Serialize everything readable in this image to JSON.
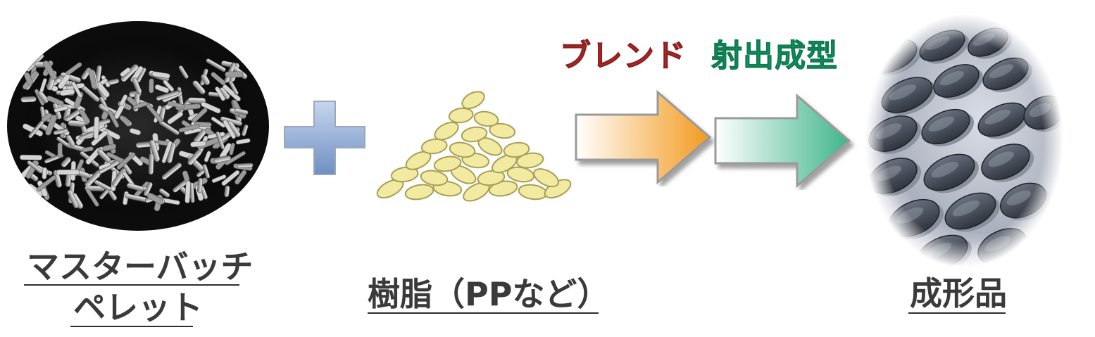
{
  "steps": {
    "blend": "ブレンド",
    "injection_molding": "射出成型"
  },
  "captions": {
    "masterbatch_line1": "マスターバッチ",
    "masterbatch_line2": "ペレット",
    "resin": "樹脂（PPなど）",
    "molded_product": "成形品"
  },
  "colors": {
    "blend_text": "#b72b2b",
    "molding_text": "#159b66",
    "blend_arrow": "#f39a1e",
    "molding_arrow": "#3fb58b",
    "plus": "#7f9fcf",
    "pellet_yellow": "#f2eaa0"
  },
  "icons": {
    "plus": "plus-icon",
    "arrow_blend": "arrow-right-icon",
    "arrow_mold": "arrow-right-icon"
  }
}
